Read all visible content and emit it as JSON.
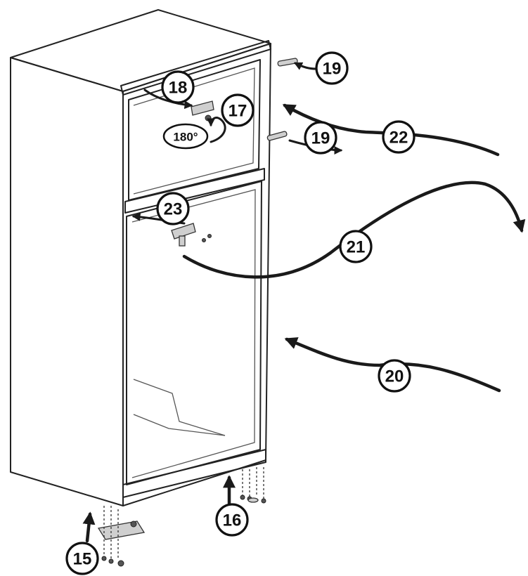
{
  "diagram": {
    "rotation_label": "180°",
    "callouts": [
      {
        "id": "c15",
        "label": "15"
      },
      {
        "id": "c16",
        "label": "16"
      },
      {
        "id": "c17",
        "label": "17"
      },
      {
        "id": "c18",
        "label": "18"
      },
      {
        "id": "c19a",
        "label": "19"
      },
      {
        "id": "c19b",
        "label": "19"
      },
      {
        "id": "c20",
        "label": "20"
      },
      {
        "id": "c21",
        "label": "21"
      },
      {
        "id": "c22",
        "label": "22"
      },
      {
        "id": "c23",
        "label": "23"
      }
    ],
    "colors": {
      "line": "#222222",
      "cabinet_side": "#f4f4f4",
      "cabinet_top": "#fafafa",
      "background": "#ffffff"
    }
  }
}
